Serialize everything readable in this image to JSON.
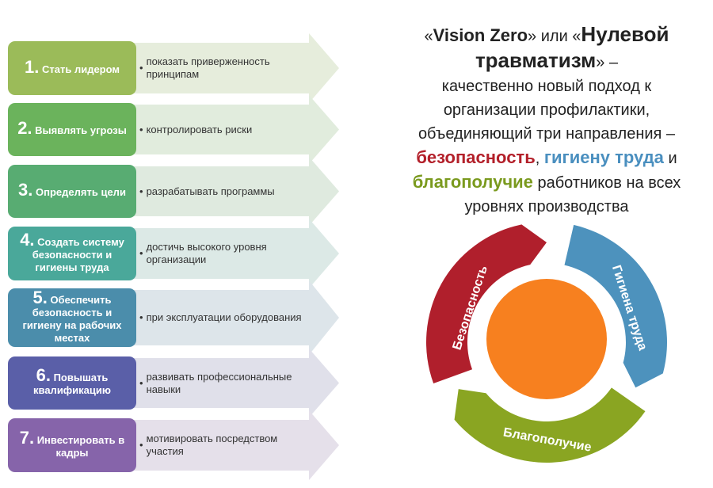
{
  "steps": [
    {
      "num": "1.",
      "label": "Стать лидером",
      "desc": "показать приверженность принципам",
      "color": "#9bbb59",
      "tint": "#e6eddc"
    },
    {
      "num": "2.",
      "label": "Выявлять угрозы",
      "desc": "контролировать риски",
      "color": "#6bb35c",
      "tint": "#e1ecdd"
    },
    {
      "num": "3.",
      "label": "Определять цели",
      "desc": "разрабатывать программы",
      "color": "#58ac72",
      "tint": "#dfeadf"
    },
    {
      "num": "4.",
      "label": "Создать систему безопасности и гигиены труда",
      "desc": "достичь высокого уровня организации",
      "color": "#4aa89a",
      "tint": "#dce9e6"
    },
    {
      "num": "5.",
      "label": "Обеспечить безопасность и гигиену на рабочих местах",
      "desc": "при эксплуатации оборудования",
      "color": "#4b8dab",
      "tint": "#dde5ea"
    },
    {
      "num": "6.",
      "label": "Повышать квалификацию",
      "desc": "развивать профессиональные навыки",
      "color": "#5a5fa8",
      "tint": "#e0e0ea"
    },
    {
      "num": "7.",
      "label": "Инвестировать в кадры",
      "desc": "мотивировать посредством участия",
      "color": "#8664aa",
      "tint": "#e5e0ea"
    }
  ],
  "title": {
    "q1": "«",
    "vz": "Vision Zero",
    "q2": "»",
    "or": " или «",
    "nz1": "Нулевой",
    "nz2": "травматизм",
    "q3": "» –",
    "line3": "качественно новый подход к",
    "line4": "организации профилактики,",
    "line5": "объединяющий три направления –",
    "safety": "безопасность",
    "comma": ", ",
    "hygiene": "гигиену труда",
    "and": " и",
    "wellbeing": "благополучие",
    "rest": " работников на всех",
    "line8": "уровнях производства"
  },
  "cycle": {
    "segments": [
      {
        "label": "Безопасность",
        "color": "#b01f2c"
      },
      {
        "label": "Гигиена труда",
        "color": "#4d92bd"
      },
      {
        "label": "Благополучие",
        "color": "#8aa522"
      }
    ],
    "center_color": "#f7801f"
  }
}
